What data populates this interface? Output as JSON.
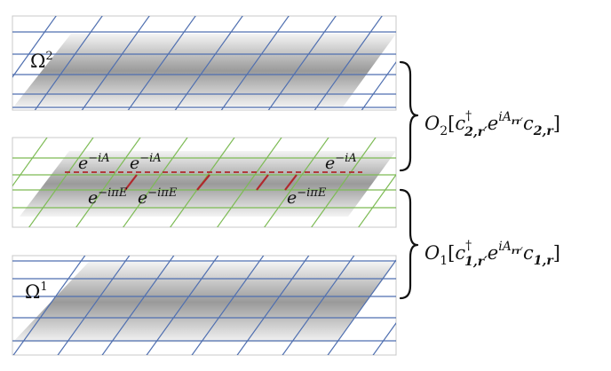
{
  "colors": {
    "blue_grid": "#4f6fb0",
    "green_grid": "#7dbb55",
    "red_link": "#b0282d",
    "frame": "#c8c8c8",
    "band_dark": "#9a9a9a",
    "band_light": "#f4f4f4"
  },
  "layers": {
    "top": {
      "label_base": "Ω",
      "label_sup": "2"
    },
    "middle": {
      "phase_top": [
        "e",
        "−iA",
        "e",
        "−iA",
        "e",
        "−iA"
      ],
      "phase_bottom": [
        "e",
        "−iπE",
        "e",
        "−iπE",
        "e",
        "−iπE"
      ]
    },
    "bottom": {
      "label_base": "Ω",
      "label_sup": "1"
    }
  },
  "operators": {
    "upper": {
      "symbol": "O",
      "symbol_sub": "2",
      "c_dag": "c",
      "c_dag_sup": "†",
      "c_dag_sub": "2,r′",
      "exp_base": "e",
      "exp_sup": "iA",
      "exp_sup_sub": "rr′",
      "c": "c",
      "c_sub": "2,r"
    },
    "lower": {
      "symbol": "O",
      "symbol_sub": "1",
      "c_dag": "c",
      "c_dag_sup": "†",
      "c_dag_sub": "1,r′",
      "exp_base": "e",
      "exp_sup": "iA",
      "exp_sup_sub": "rr′",
      "c": "c",
      "c_sub": "1,r"
    }
  }
}
